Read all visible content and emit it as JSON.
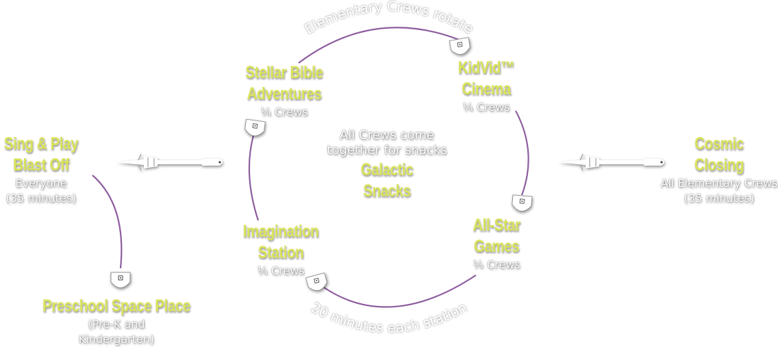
{
  "colors": {
    "title": "#d9e35a",
    "subtitle": "#ffffff",
    "connector": "#8e5d9f",
    "shadow": "#000000"
  },
  "stations": {
    "sing_play": {
      "title_lines": [
        "Sing & Play",
        "Blast Off"
      ],
      "sub_lines": [
        "Everyone",
        "(35 minutes)"
      ]
    },
    "preschool": {
      "title_lines": [
        "Preschool Space Place"
      ],
      "sub_lines": [
        "(Pre-K and",
        "Kindergarten)"
      ]
    },
    "stellar": {
      "title_lines": [
        "Stellar Bible",
        "Adventures"
      ],
      "sub_lines": [
        "¼ Crews"
      ]
    },
    "kidvid": {
      "title_lines": [
        "KidVid™",
        "Cinema"
      ],
      "sub_lines": [
        "¼ Crews"
      ]
    },
    "allstar": {
      "title_lines": [
        "All-Star",
        "Games"
      ],
      "sub_lines": [
        "¼ Crews"
      ]
    },
    "imagination": {
      "title_lines": [
        "Imagination",
        "Station"
      ],
      "sub_lines": [
        "¼ Crews"
      ]
    },
    "snacks": {
      "title_lines": [
        "Galactic",
        "Snacks"
      ]
    },
    "closing": {
      "title_lines": [
        "Cosmic",
        "Closing"
      ],
      "sub_lines": [
        "All Elementary Crews",
        "(35 minutes)"
      ]
    }
  },
  "center_note_lines": [
    "All Crews come",
    "together for snacks"
  ],
  "arc_labels": {
    "top": "Elementary Crews rotate",
    "bottom": "20 minutes each station"
  },
  "icons": {
    "rocket": "rocket-icon",
    "pod": "space-pod-icon"
  }
}
